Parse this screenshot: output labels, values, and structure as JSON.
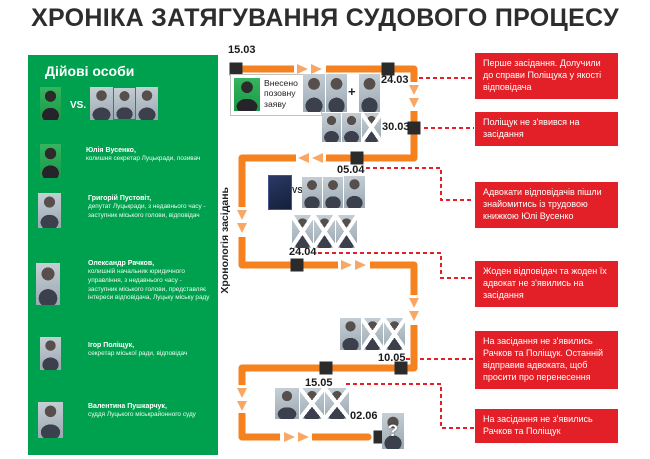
{
  "title": "ХРОНІКА ЗАТЯГУВАННЯ СУДОВОГО ПРОЦЕСУ",
  "sidebar": {
    "heading": "Дійові особи",
    "vs_label": "VS.",
    "people": [
      {
        "name": "Юлія Вусенко,",
        "desc": "колишня секретар Луцькради, позивач"
      },
      {
        "name": "Григорій Пустовіт,",
        "desc": "депутат Луцькради, з недавнього часу - заступник міського голови, відповідач"
      },
      {
        "name": "Олександр Рачков,",
        "desc": "колишній начальник юридичного управління, з недавнього часу - заступник міського голови, представляє інтереси відповідача, Луцьку міську раду"
      },
      {
        "name": "Ігор Поліщук,",
        "desc": "секретар міської ради, відповідач"
      },
      {
        "name": "Валентина Пушкарчук,",
        "desc": "суддя Луцького міськрайонного суду"
      }
    ]
  },
  "timeline": {
    "axis_label": "Хронологія засідань",
    "start_note": "Внесено позовну заяву",
    "dates": [
      "15.03",
      "24.03",
      "30.03",
      "05.04",
      "24.04",
      "10.05",
      "15.05",
      "02.06"
    ],
    "plus_label": "+",
    "vs_label": "VS",
    "question_mark": "?"
  },
  "callouts": [
    "Перше засідання. Долучили до справи Поліщука у якості відповідача",
    "Поліщук не з'явився на засідання",
    "Адвокати відповідачів пішли знайомитись із трудовою книжкою Юлі Вусенко",
    "Жоден відповідач та жоден їх адвокат не з'явились на засідання",
    "На засідання не з'явились Рачков та Поліщук. Останній відправив адвоката, щоб просити про перенесення",
    "На засідання не з'явились Рачков та Поліщук"
  ],
  "colors": {
    "green": "#00A14E",
    "orange": "#F5821F",
    "red": "#E32027",
    "marker": "#2B2B2B"
  }
}
